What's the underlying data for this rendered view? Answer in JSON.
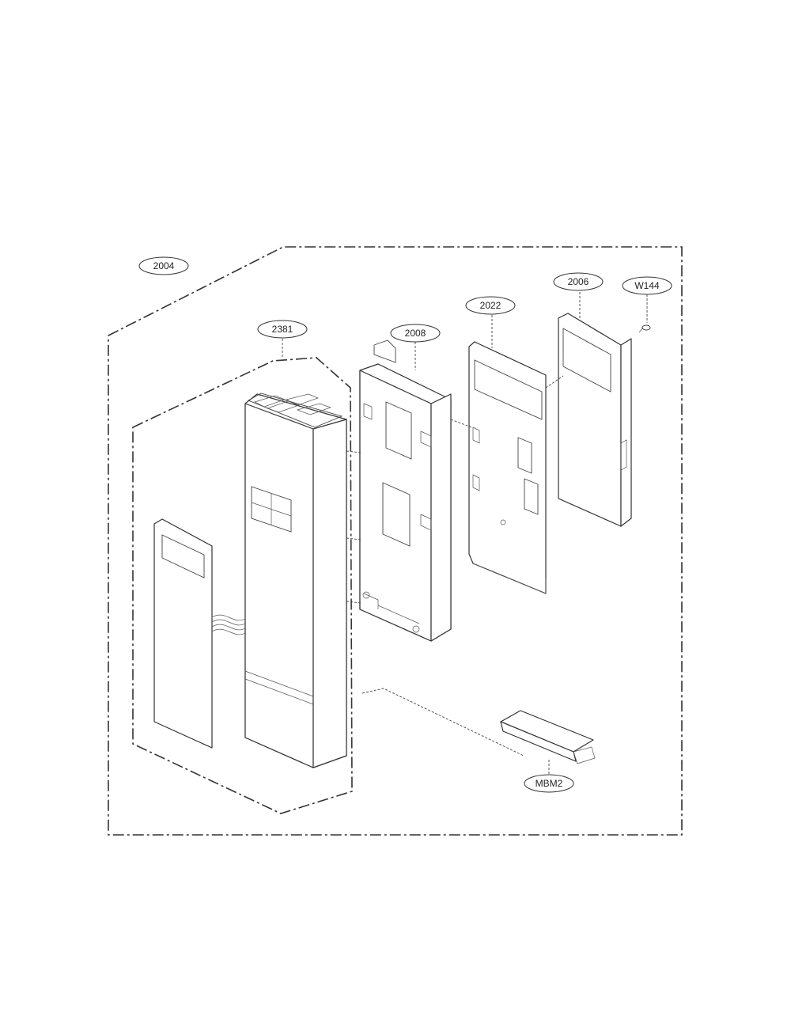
{
  "labels": {
    "assembly": "2004",
    "front_panel": "2381",
    "housing": "2008",
    "pcb": "2022",
    "board": "2006",
    "screw": "W144",
    "tape": "MBM2"
  },
  "colors": {
    "line": "#333333",
    "background": "#ffffff"
  }
}
